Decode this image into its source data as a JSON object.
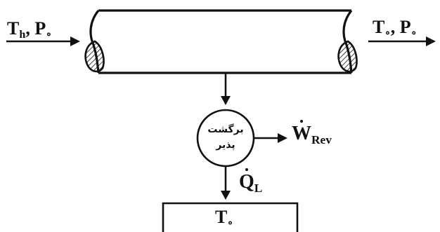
{
  "inlet": {
    "t": "T",
    "t_sub": "h",
    "sep": ",",
    "p": "P",
    "p_sub": "∘"
  },
  "outlet": {
    "t": "T",
    "t_sub": "∘",
    "sep": ",",
    "p": "P",
    "p_sub": "∘"
  },
  "engine": {
    "line1": "برگشت",
    "line2": "پذیر"
  },
  "work": {
    "symbol": "W",
    "sub": "Rev"
  },
  "heat": {
    "symbol": "Q",
    "sub": "L"
  },
  "reservoir": {
    "t": "T",
    "t_sub": "∘"
  }
}
